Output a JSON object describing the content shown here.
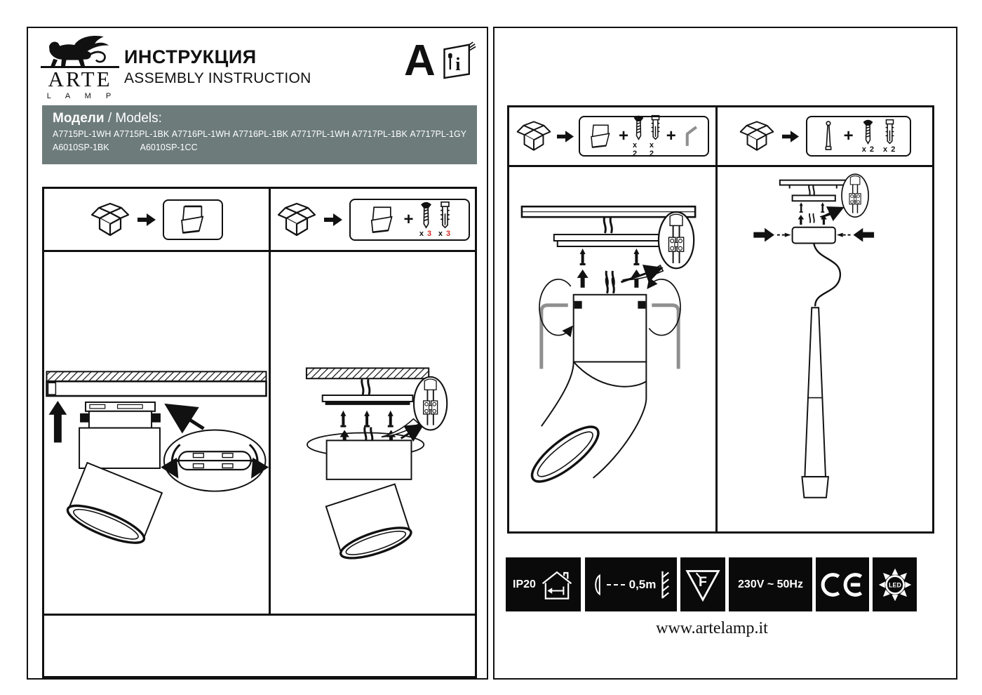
{
  "colors": {
    "models_bar": "#6d7b7b",
    "accent_red": "#d92b20",
    "ink": "#111111"
  },
  "brand": {
    "name": "ARTE",
    "sub": "L A M P"
  },
  "header": {
    "title_ru": "ИНСТРУКЦИЯ",
    "title_en": "ASSEMBLY INSTRUCTION",
    "doc_letter": "A",
    "booklet_i": "i"
  },
  "models": {
    "label": "Модели",
    "label_sep": " / Models:",
    "row1": [
      "A7715PL-1WH",
      "A7715PL-1BK",
      "A7716PL-1WH",
      "A7716PL-1BK",
      "A7717PL-1WH",
      "A7717PL-1BK",
      "A7717PL-1GY"
    ],
    "row2": [
      "A6010SP-1BK",
      "A6010SP-1CC"
    ]
  },
  "package": {
    "plus": "+",
    "times": "x",
    "qty3": "3",
    "qty2": "2"
  },
  "badges": {
    "ip": "IP20",
    "distance": "0,5m",
    "f_letter": "F",
    "voltage": "230V ~ 50Hz",
    "ce": "CE",
    "led": "LED"
  },
  "footer": {
    "website": "www.artelamp.it"
  }
}
